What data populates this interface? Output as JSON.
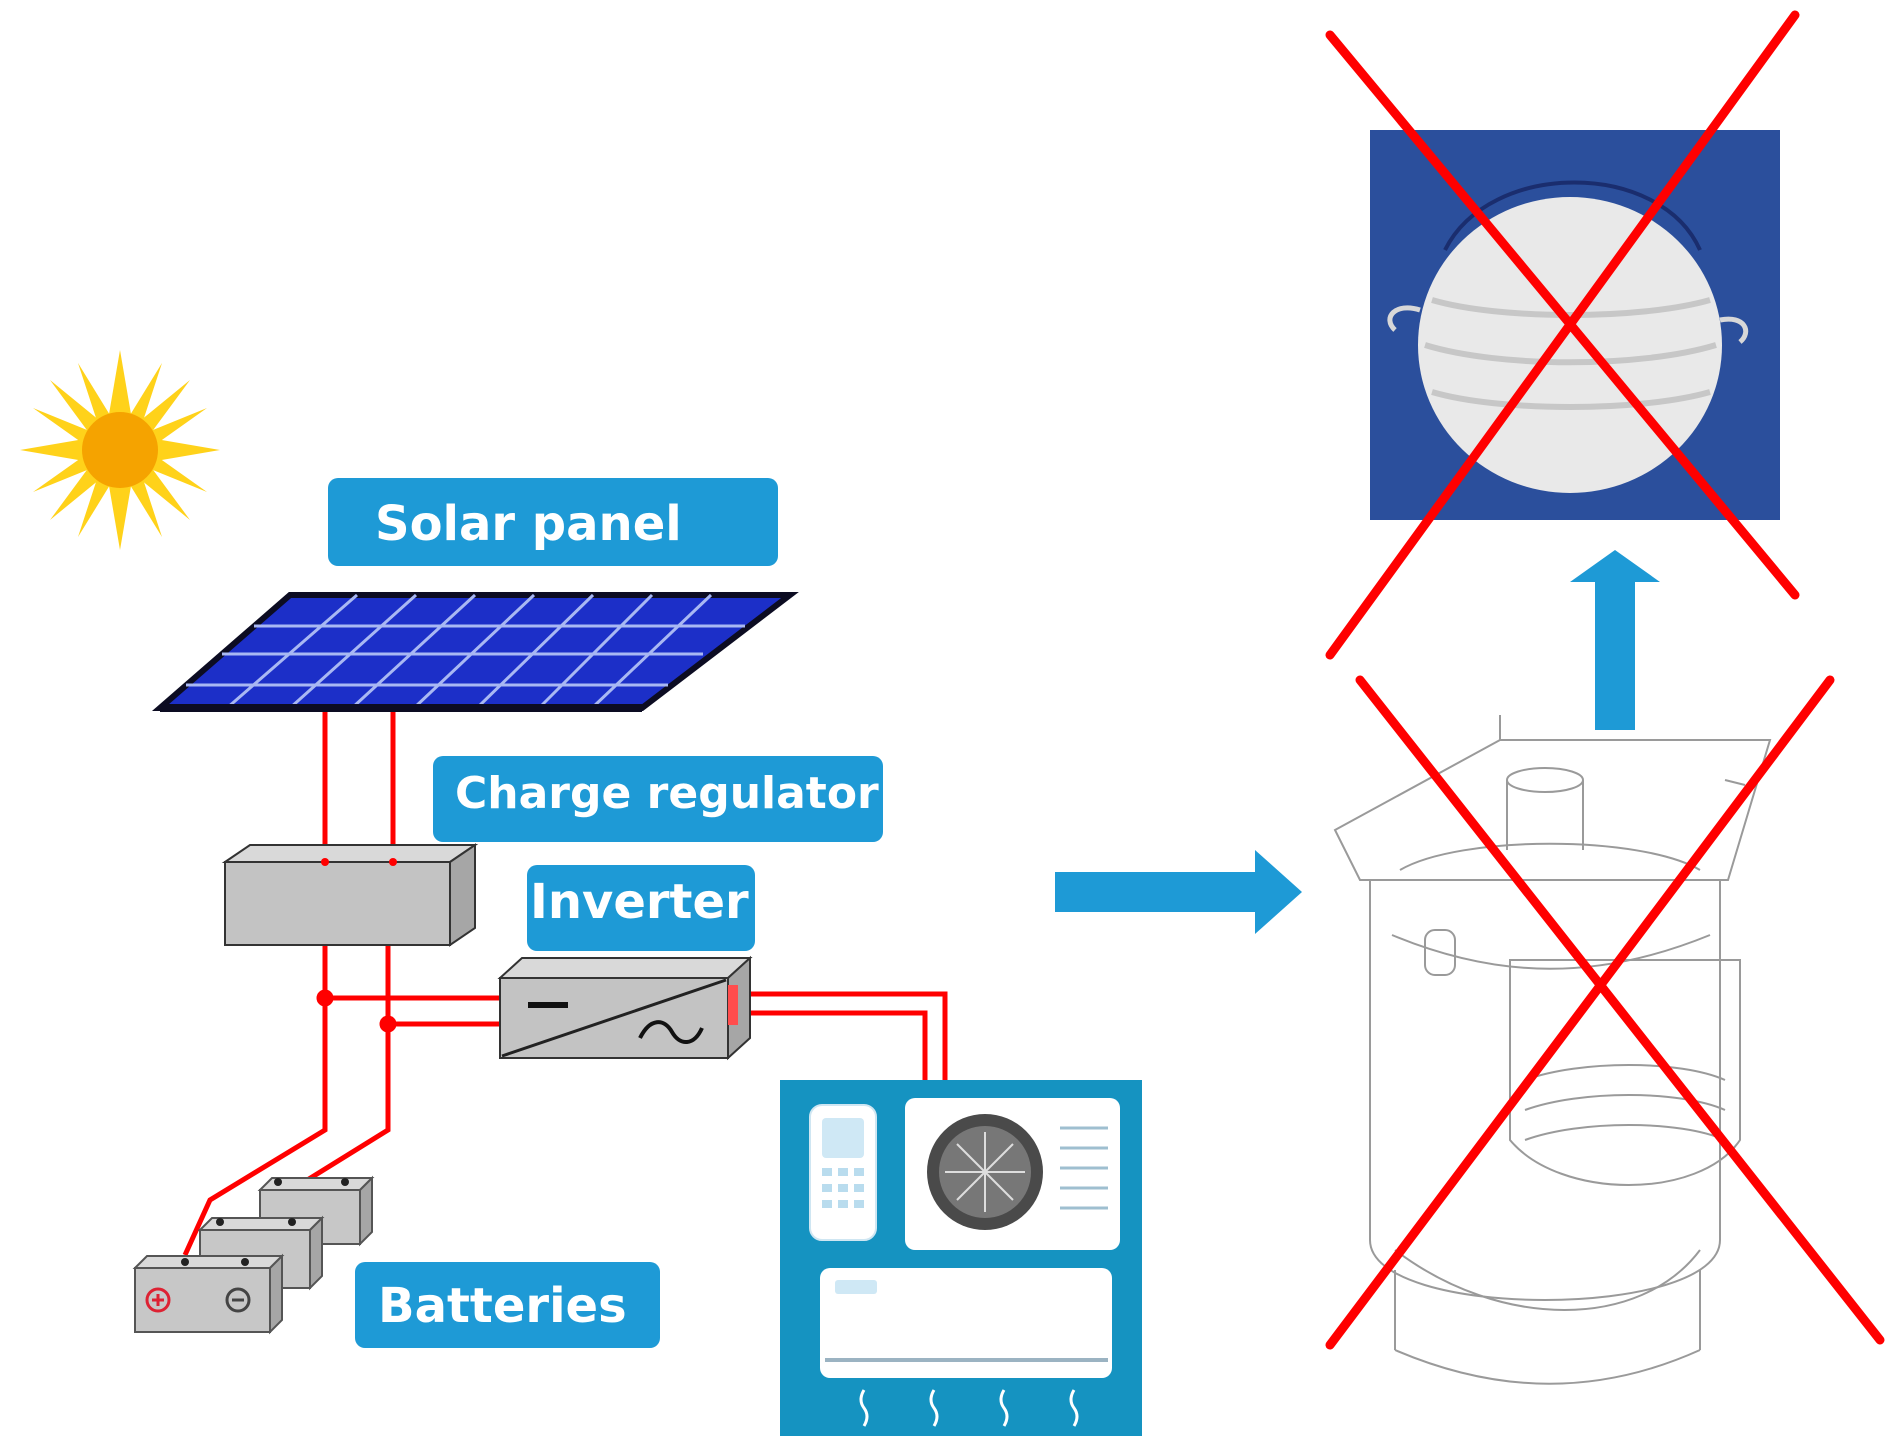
{
  "labels": {
    "solar_panel": "Solar panel",
    "charge_regulator": "Charge regulator",
    "inverter": "Inverter",
    "batteries": "Batteries"
  },
  "colors": {
    "label_bg": "#1e9ad6",
    "arrow": "#1e9ad6",
    "wire": "#ff0000",
    "cross": "#ff0000",
    "panel_cell": "#1c2fc8",
    "sun_core": "#f5a300",
    "sun_rays": "#ffd21a",
    "ac_frame": "#1593c1",
    "mask_bg": "#2b4f9c"
  },
  "icons": [
    "sun-icon",
    "solar-panel-icon",
    "charge-regulator-box-icon",
    "inverter-box-icon",
    "battery-icon",
    "air-conditioner-icon",
    "dust-mask-icon",
    "wood-stove-icon",
    "cross-out-icon",
    "arrow-right-icon",
    "arrow-up-icon"
  ]
}
